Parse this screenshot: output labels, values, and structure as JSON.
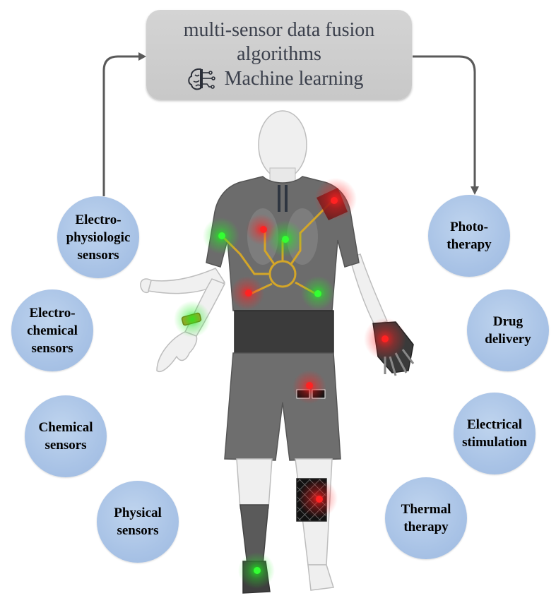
{
  "top_box": {
    "line1": "multi-sensor data fusion",
    "line2": "algorithms",
    "line3": "Machine learning"
  },
  "left_sensors": [
    {
      "lines": [
        "Electro-",
        "physiologic",
        "sensors"
      ]
    },
    {
      "lines": [
        "Electro-",
        "chemical",
        "sensors"
      ]
    },
    {
      "lines": [
        "Chemical",
        "sensors"
      ]
    },
    {
      "lines": [
        "Physical",
        "sensors"
      ]
    }
  ],
  "right_therapies": [
    {
      "lines": [
        "Photo-",
        "therapy"
      ]
    },
    {
      "lines": [
        "Drug",
        "delivery"
      ]
    },
    {
      "lines": [
        "Electrical",
        "stimulation"
      ]
    },
    {
      "lines": [
        "Thermal",
        "therapy"
      ]
    }
  ],
  "colors": {
    "circle_fill": "#a9c3e6",
    "box_fill": "#cccccc",
    "arrow": "#555555",
    "sensor_green": "#22dd22",
    "actuator_red": "#ee2222",
    "circuit_gold": "#d4a628"
  }
}
